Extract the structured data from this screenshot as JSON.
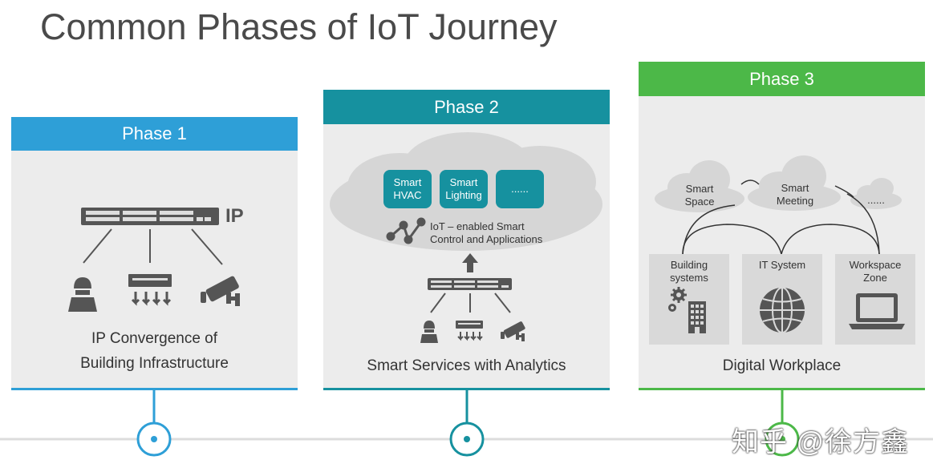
{
  "title": "Common Phases of IoT Journey",
  "colors": {
    "phase1": "#2e9fd7",
    "phase2": "#16919f",
    "phase3": "#4cb848",
    "panel": "#ececec",
    "icon": "#555555"
  },
  "phase1": {
    "label": "Phase 1",
    "switch_tag": "IP",
    "caption_line1": "IP Convergence of",
    "caption_line2": "Building Infrastructure",
    "icons": [
      "switch-icon",
      "occupancy-sensor-icon",
      "hvac-vent-icon",
      "security-camera-icon"
    ]
  },
  "phase2": {
    "label": "Phase 2",
    "cards": [
      {
        "line1": "Smart",
        "line2": "HVAC"
      },
      {
        "line1": "Smart",
        "line2": "Lighting"
      },
      {
        "line1": "......",
        "line2": ""
      }
    ],
    "analytics_line1": "IoT – enabled Smart",
    "analytics_line2": "Control and Applications",
    "caption": "Smart Services with Analytics",
    "icons": [
      "network-graph-icon",
      "up-arrow-icon",
      "switch-icon",
      "occupancy-sensor-icon",
      "hvac-vent-icon",
      "security-camera-icon"
    ]
  },
  "phase3": {
    "label": "Phase 3",
    "clouds": [
      {
        "line1": "Smart",
        "line2": "Space"
      },
      {
        "line1": "Smart",
        "line2": "Meeting"
      },
      {
        "line1": "......",
        "line2": ""
      }
    ],
    "boxes": [
      {
        "line1": "Building",
        "line2": "systems"
      },
      {
        "line1": "IT System",
        "line2": ""
      },
      {
        "line1": "Workspace",
        "line2": "Zone"
      }
    ],
    "caption": "Digital Workplace",
    "icons": [
      "gears-building-icon",
      "globe-icon",
      "laptop-icon"
    ]
  },
  "watermark": "知乎 @徐方鑫"
}
